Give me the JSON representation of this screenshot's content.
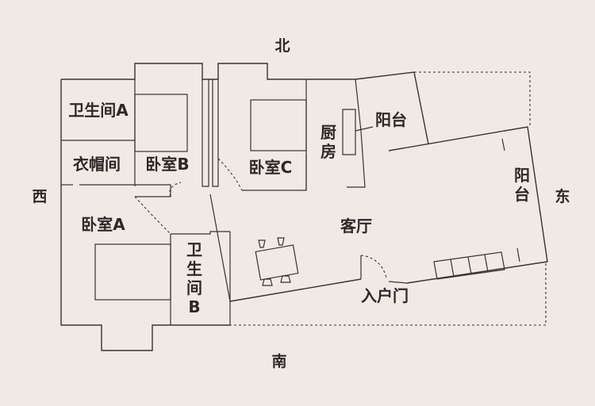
{
  "compass": {
    "north": "北",
    "south": "南",
    "east": "东",
    "west": "西"
  },
  "rooms": {
    "bathroom_a": "卫生间A",
    "closet": "衣帽间",
    "bedroom_b": "卧室B",
    "bedroom_c": "卧室C",
    "kitchen": "厨房",
    "balcony_north": "阳台",
    "balcony_east": "阳台",
    "bedroom_a": "卧室A",
    "bathroom_b": "卫生间B",
    "living_room": "客厅",
    "entrance": "入户门"
  },
  "colors": {
    "background": "#f1e9e6",
    "line": "#3a3230"
  }
}
